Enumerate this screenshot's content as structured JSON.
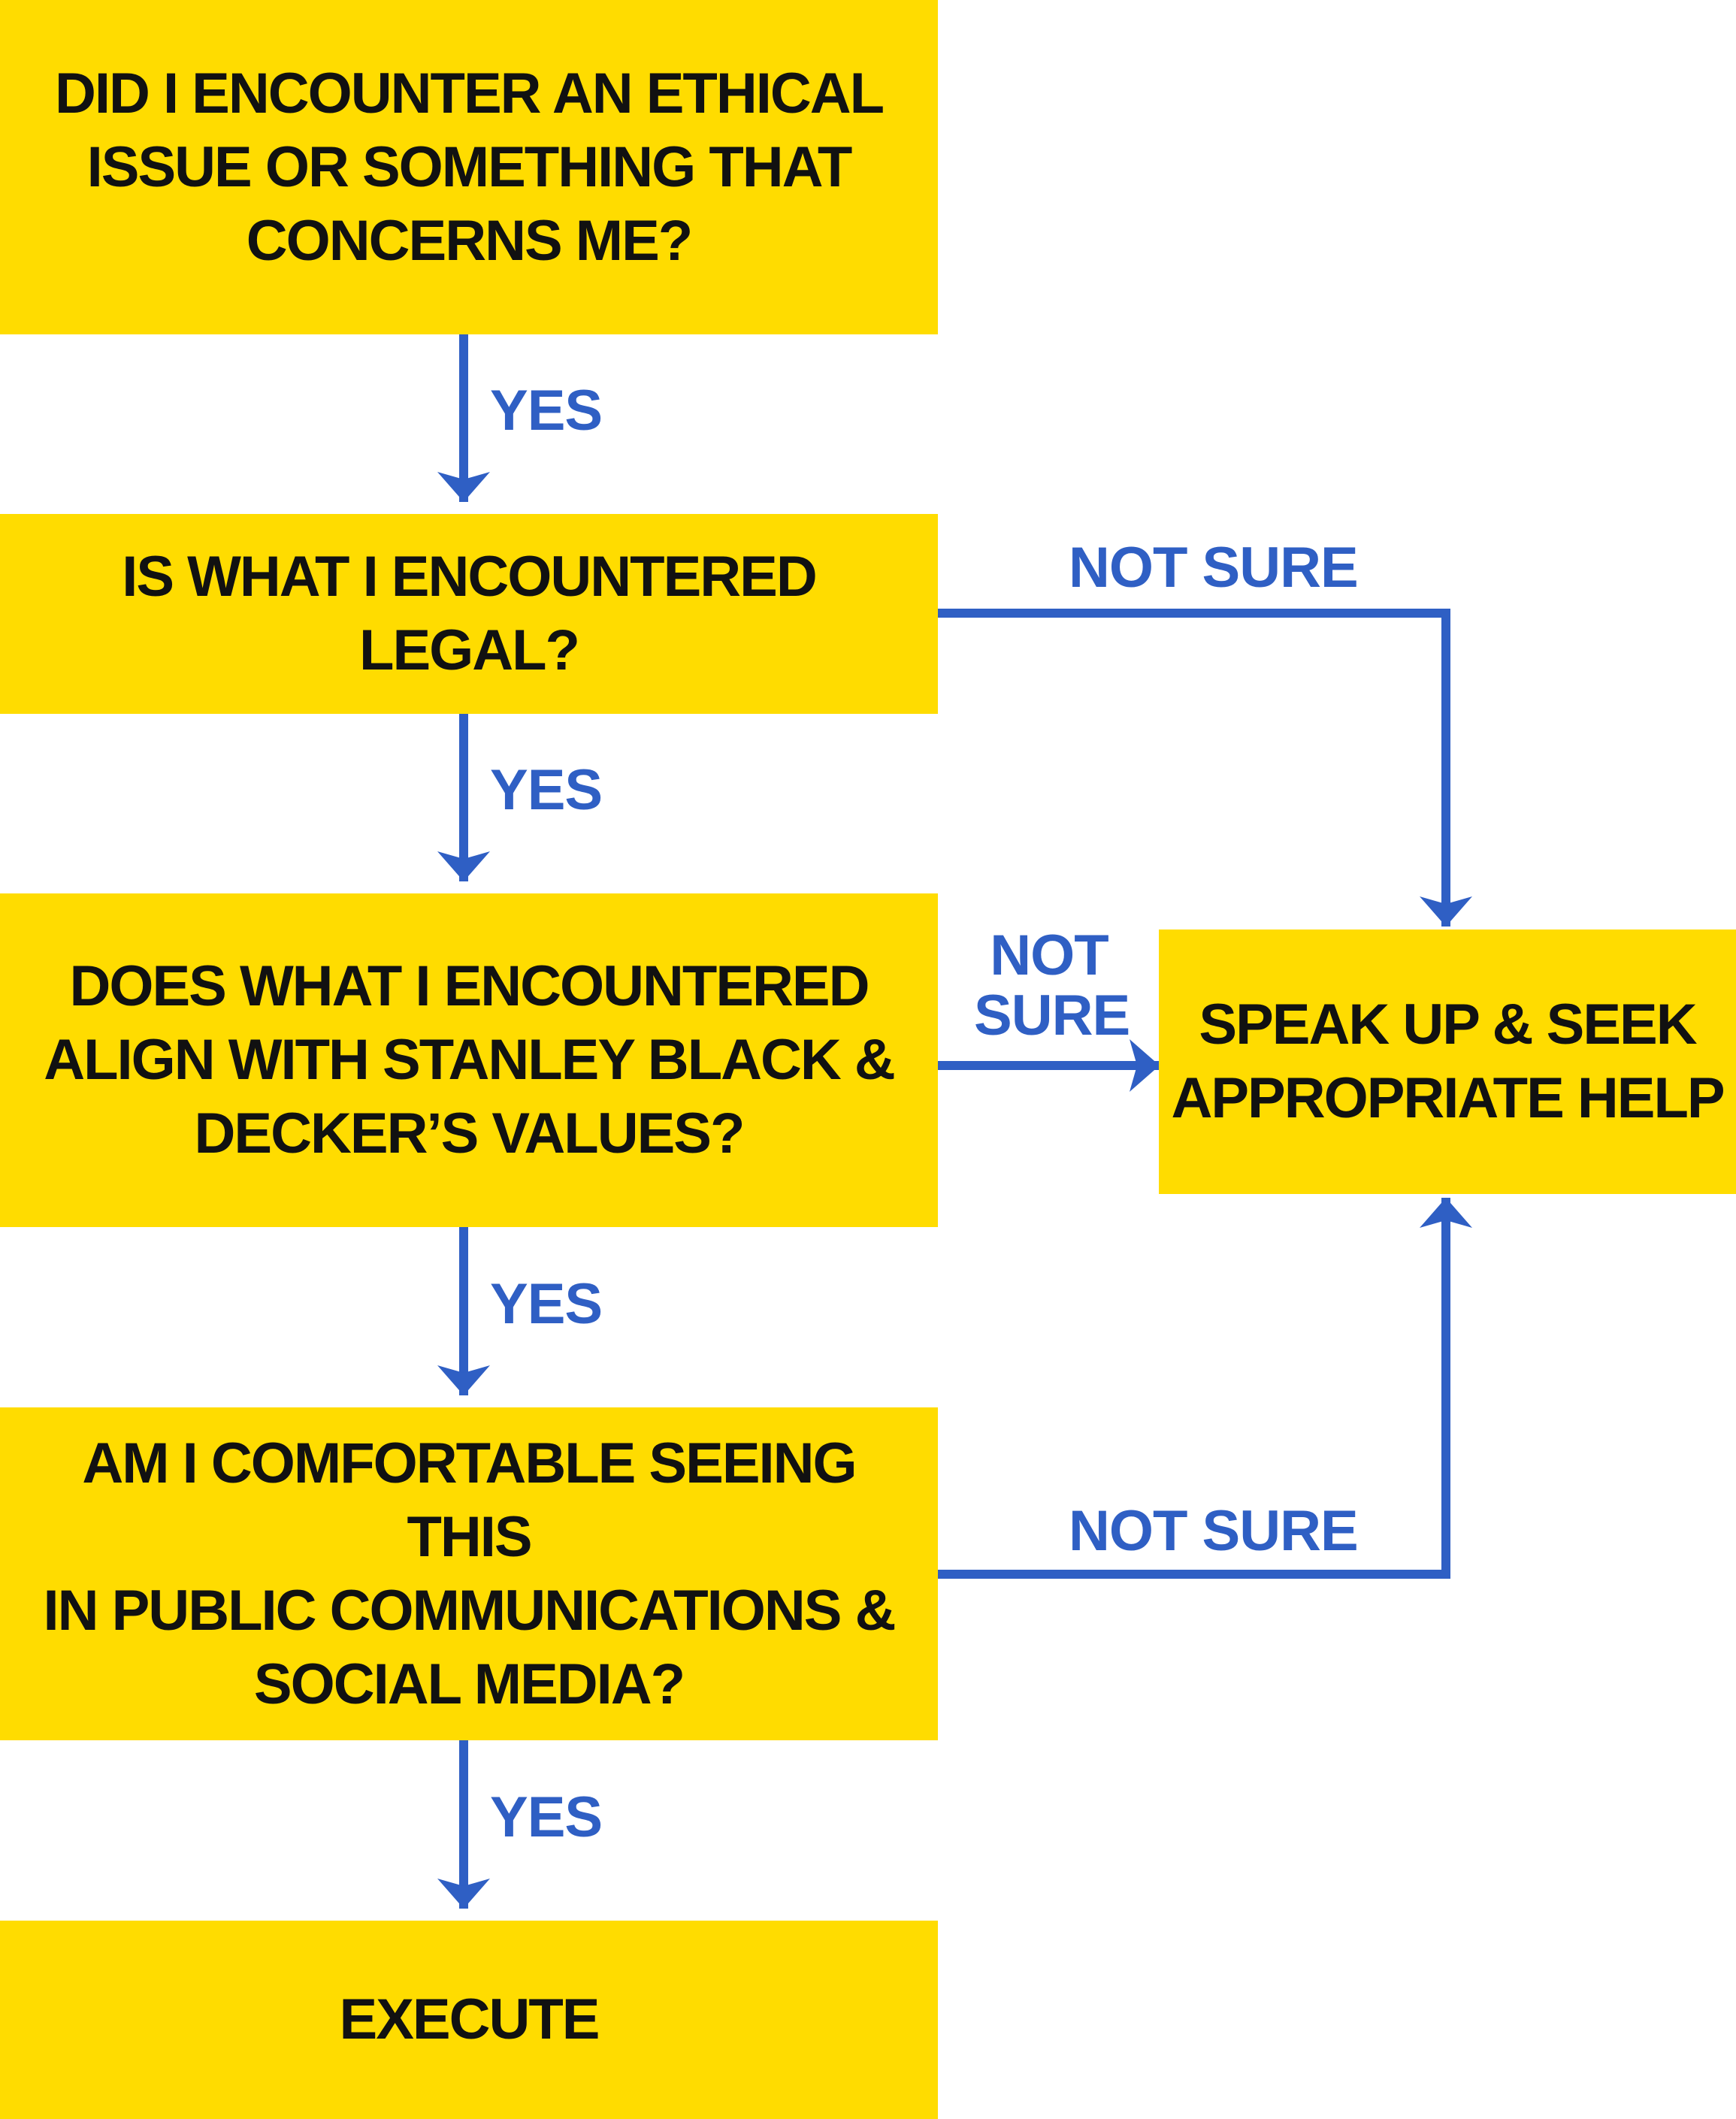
{
  "colors": {
    "box_fill": "#FFDC00",
    "box_text": "#111111",
    "arrow": "#2F5FC4",
    "background": "#FFFFFF"
  },
  "nodes": {
    "encounter": "DID I ENCOUNTER AN ETHICAL\nISSUE OR SOMETHING THAT\nCONCERNS ME?",
    "legal": "IS WHAT I ENCOUNTERED LEGAL?",
    "values": "DOES WHAT I ENCOUNTERED\nALIGN WITH STANLEY BLACK &\nDECKER’S VALUES?",
    "public": "AM I COMFORTABLE SEEING THIS\nIN PUBLIC COMMUNICATIONS &\nSOCIAL MEDIA?",
    "execute": "EXECUTE",
    "speak_up": "SPEAK UP & SEEK\nAPPROPRIATE HELP"
  },
  "edges": {
    "yes_1": "YES",
    "yes_2": "YES",
    "yes_3": "YES",
    "yes_4": "YES",
    "not_sure_legal": "NOT SURE",
    "not_sure_values": "NOT\nSURE",
    "not_sure_public": "NOT SURE"
  }
}
